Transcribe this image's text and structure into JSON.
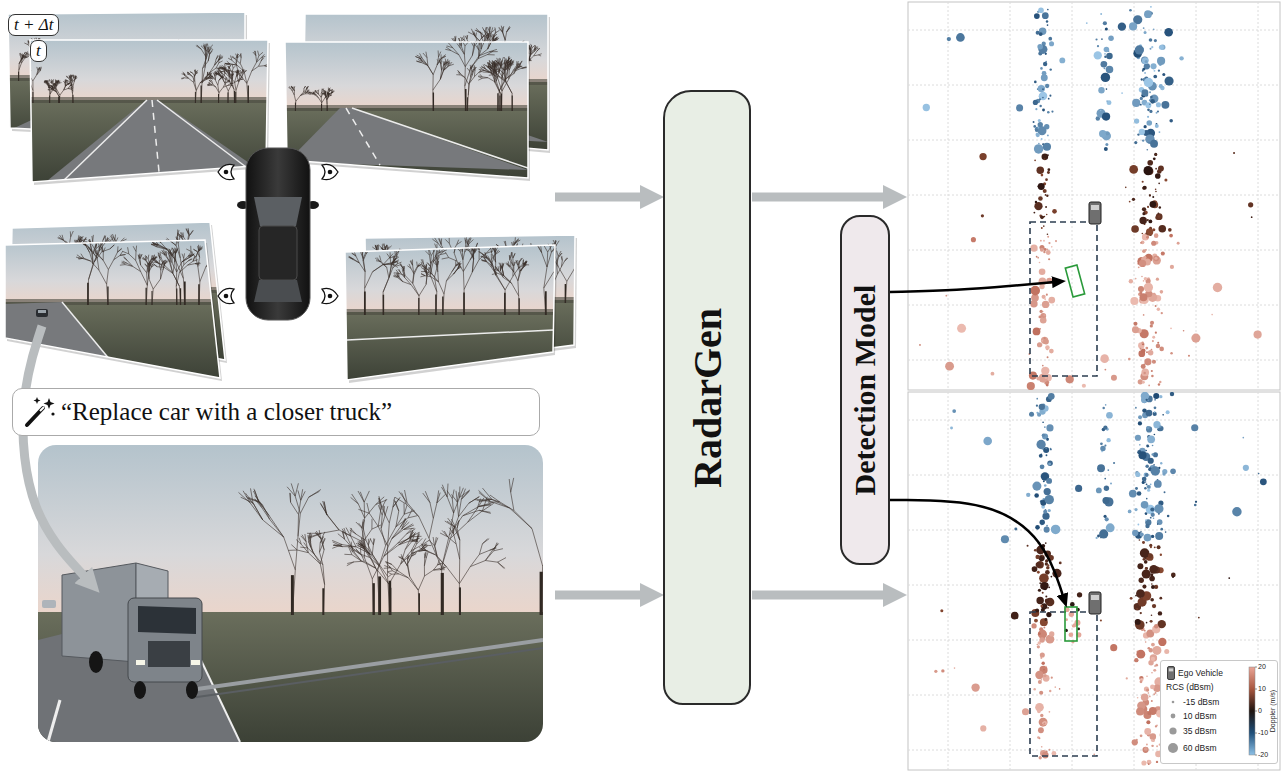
{
  "diagram": {
    "nodes": [
      {
        "text": [
          "t + Δt"
        ]
      },
      {
        "text": [
          "t"
        ]
      },
      {
        "text": [
          "“Replace car with a closer truck”"
        ]
      },
      {
        "text": [
          "RadarGen"
        ]
      },
      {
        "text": [
          "Detection Model"
        ]
      }
    ],
    "labels": [
      "RCS (dBsm)",
      "20",
      "10",
      "0",
      "-10",
      "-20",
      "Doppler (m/s)"
    ],
    "legend": [
      {
        "text": "Ego Vehicle"
      },
      {
        "text": "-15 dBsm"
      },
      {
        "text": "10 dBsm"
      },
      {
        "text": "35 dBsm"
      },
      {
        "text": "60 dBsm"
      }
    ]
  }
}
